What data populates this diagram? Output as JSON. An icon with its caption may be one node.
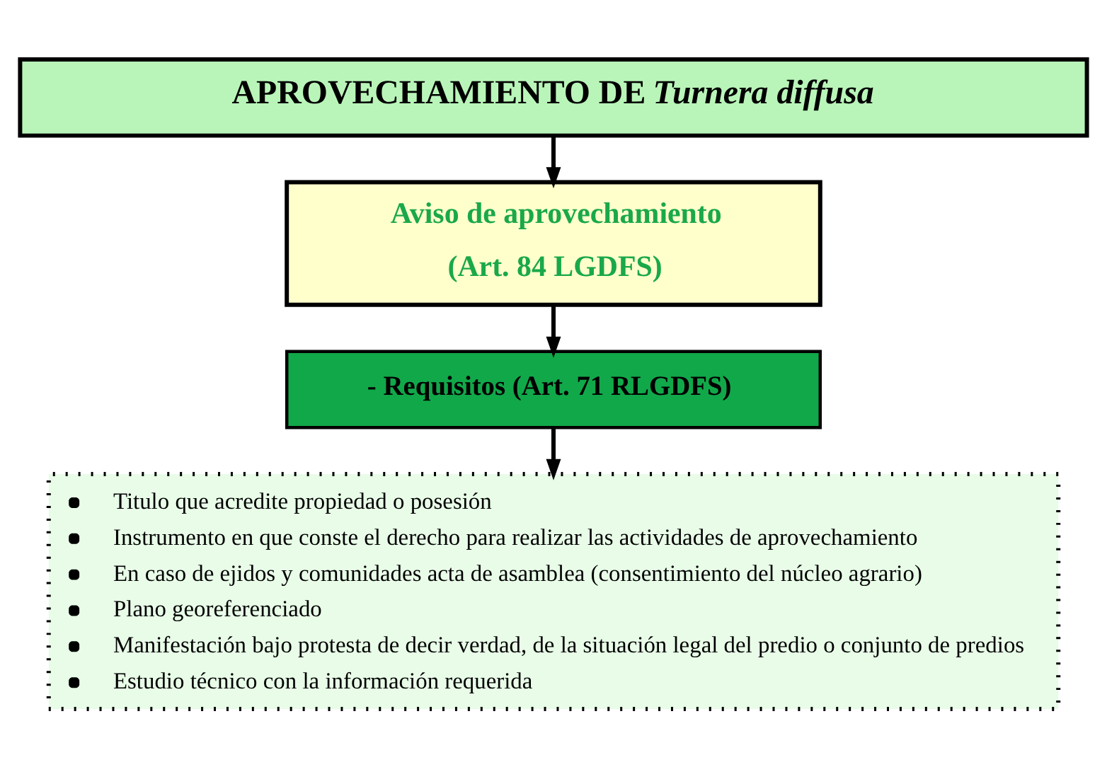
{
  "diagram": {
    "nodes": [
      {
        "text": [
          "APROVECHAMIENTO DE *Turnera diffusa*"
        ]
      },
      {
        "text": [
          "Aviso de aprovechamiento",
          "(Art. 84 LGDFS)"
        ]
      },
      {
        "text": [
          "- Requisitos (Art. 71 RLGDFS)"
        ]
      },
      {
        "text": [
          "Titulo que acredite propiedad o posesión",
          "Instrumento en que conste el derecho para realizar las actividades de aprovechamiento",
          "En caso de ejidos y comunidades acta de asamblea (consentimiento del núcleo agrario)",
          "Plano georeferenciado",
          "Manifestación bajo protesta de decir verdad, de la situación legal del predio o conjunto de predios",
          "Estudio técnico con la información requerida"
        ]
      }
    ],
    "edges": [
      {
        "from": 0,
        "to": 1,
        "arrow": "to"
      },
      {
        "from": 1,
        "to": 2,
        "arrow": "to"
      },
      {
        "from": 2,
        "to": 3,
        "arrow": "to"
      }
    ]
  }
}
